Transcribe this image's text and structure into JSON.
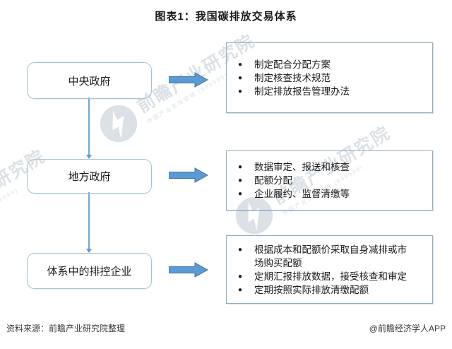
{
  "title": "图表1：我国碳排放交易体系",
  "flow": {
    "nodes": [
      {
        "label": "中央政府",
        "bullets": [
          "制定配合分配方案",
          "制定核查技术规范",
          "制定排放报告管理办法"
        ]
      },
      {
        "label": "地方政府",
        "bullets": [
          "数据审定、报送和核查",
          "配额分配",
          "企业履约、监督清缴等"
        ]
      },
      {
        "label": "体系中的排控企业",
        "bullets": [
          "根据成本和配额价采取自身减排或市场购买配额",
          "定期汇报排放数据，接受核查和审定",
          "定期按照实际排放清缴配额"
        ]
      }
    ],
    "bullet_glyph": "●"
  },
  "watermark": {
    "main": "前瞻产业研究院",
    "sub": "中国产业咨询领域 (839599)"
  },
  "footer": {
    "source": "资料来源：前瞻产业研究院整理",
    "credit": "@前瞻经济学人APP"
  },
  "colors": {
    "arrow_fill": "#5b9bd5",
    "arrow_stroke": "#41719c",
    "node_border": "#a9c2d2",
    "panel_border": "#93acc0",
    "connector": "#6fa8d4",
    "watermark": "#b9c5cf"
  }
}
